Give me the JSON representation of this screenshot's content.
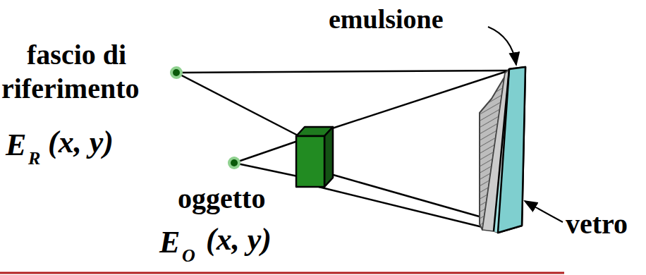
{
  "diagram": {
    "labels": [
      "emulsione",
      "fascio di",
      "riferimento",
      "E",
      "R",
      "(x, y)",
      "oggetto",
      "E",
      "O",
      "(x, y)",
      "vetro"
    ]
  }
}
